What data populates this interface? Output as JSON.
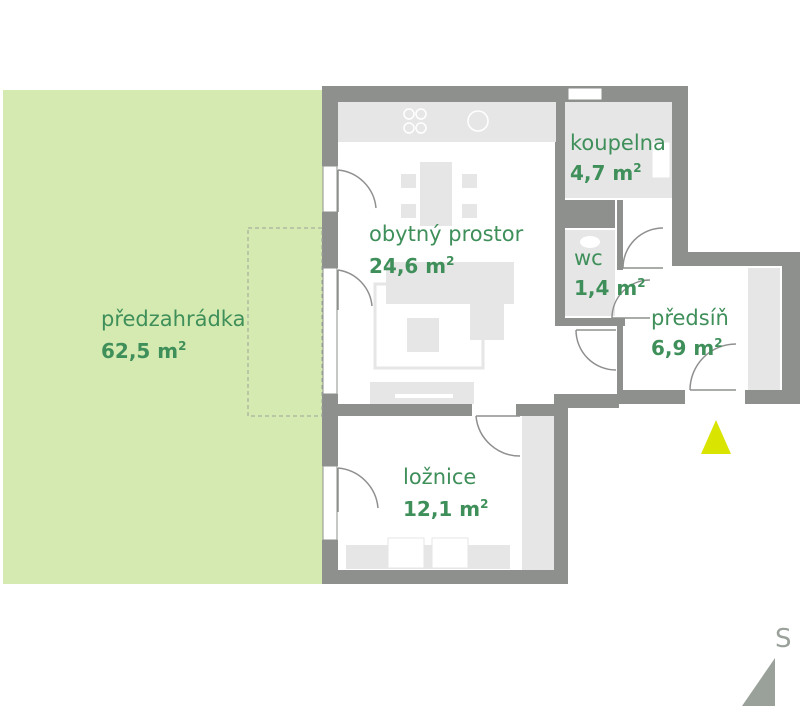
{
  "rooms": [
    {
      "id": "predzahradka",
      "name": "předzahrádka",
      "area": "62,5 m",
      "unit_sup": "2"
    },
    {
      "id": "obytny",
      "name": "obytný prostor",
      "area": "24,6 m",
      "unit_sup": "2"
    },
    {
      "id": "koupelna",
      "name": "koupelna",
      "area": "4,7 m",
      "unit_sup": "2"
    },
    {
      "id": "wc",
      "name": "wc",
      "area": "1,4 m",
      "unit_sup": "2"
    },
    {
      "id": "predsin",
      "name": "předsíň",
      "area": "6,9 m",
      "unit_sup": "2"
    },
    {
      "id": "loznice",
      "name": "ložnice",
      "area": "12,1 m",
      "unit_sup": "2"
    }
  ],
  "compass": {
    "letter": "S"
  },
  "colors": {
    "garden": "#d5eab0",
    "wall": "#8e908e",
    "furniture": "#e6e6e6",
    "label": "#3f8f5a",
    "entrance_marker": "#d9e500",
    "compass": "#9aa19a"
  }
}
